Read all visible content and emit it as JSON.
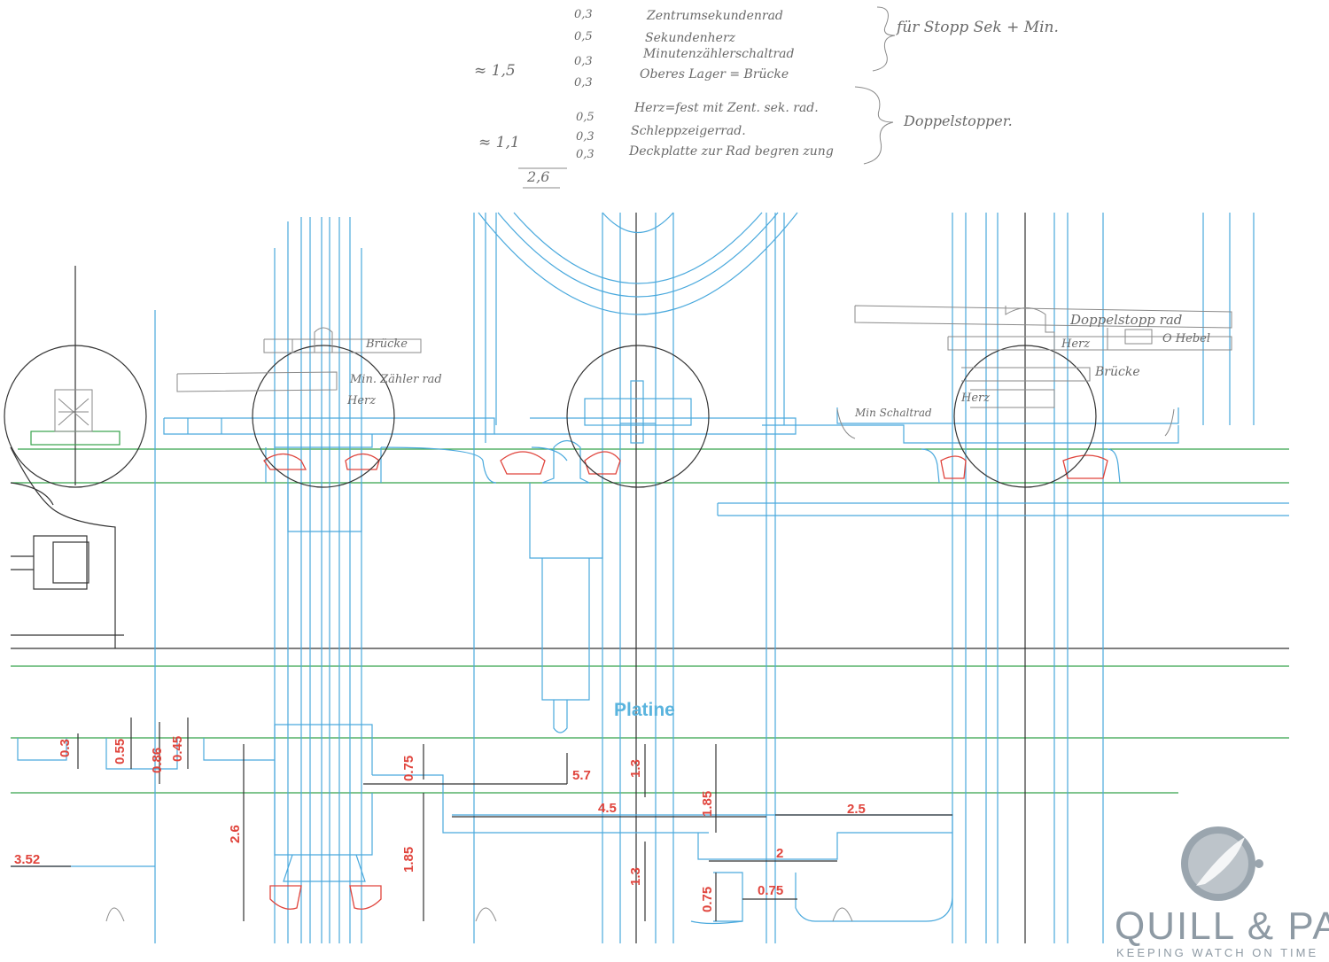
{
  "notes": {
    "row1": {
      "value": "0,3",
      "text": "Zentrumsekundenrad"
    },
    "row2": {
      "value": "0,5",
      "text": "Sekundenherz"
    },
    "row3": {
      "value": "0,3",
      "text": "Minutenzählerschaltrad"
    },
    "row4": {
      "value": "0,3",
      "text": "Oberes Lager = Brücke"
    },
    "row5": {
      "value": "0,5",
      "text": "Herz=fest mit Zent. sek. rad."
    },
    "row6": {
      "value": "0,3",
      "text": "Schleppzeigerrad."
    },
    "row7": {
      "value": "0,3",
      "text": "Deckplatte zur Rad begren zung"
    },
    "approx1": "≈ 1,5",
    "approx2": "≈ 1,1",
    "total": "2,6",
    "group1_label": "für Stopp Sek + Min.",
    "group2_label": "Doppelstopper."
  },
  "labels": {
    "bruecke1": "Brücke",
    "minzaehlerrad": "Min. Zähler rad",
    "herz1": "Herz",
    "doppelstopprad": "Doppelstopp rad",
    "herz2": "Herz",
    "hebel": "O Hebel",
    "bruecke2": "Brücke",
    "herz3": "Herz",
    "minschaltrad": "Min Schaltrad",
    "platine": "Platine"
  },
  "dimensions": {
    "d03": "0.3",
    "d055": "0.55",
    "d086": "0.86",
    "d045": "0.45",
    "d352": "3.52",
    "d26": "2.6",
    "d075a": "0.75",
    "d185a": "1.85",
    "d57": "5.7",
    "d13a": "1.3",
    "d45": "4.5",
    "d185b": "1.85",
    "d25": "2.5",
    "d2": "2",
    "d13b": "1.3",
    "d075b": "0.75",
    "d075c": "0.75"
  },
  "brand": {
    "name": "QUILL & PAD",
    "tagline": "KEEPING WATCH ON TIME"
  },
  "colors": {
    "construction_blue": "#4aa9dd",
    "level_green": "#35a24a",
    "dimension_red": "#e0443c",
    "pencil_gray": "#8a8a8a"
  }
}
